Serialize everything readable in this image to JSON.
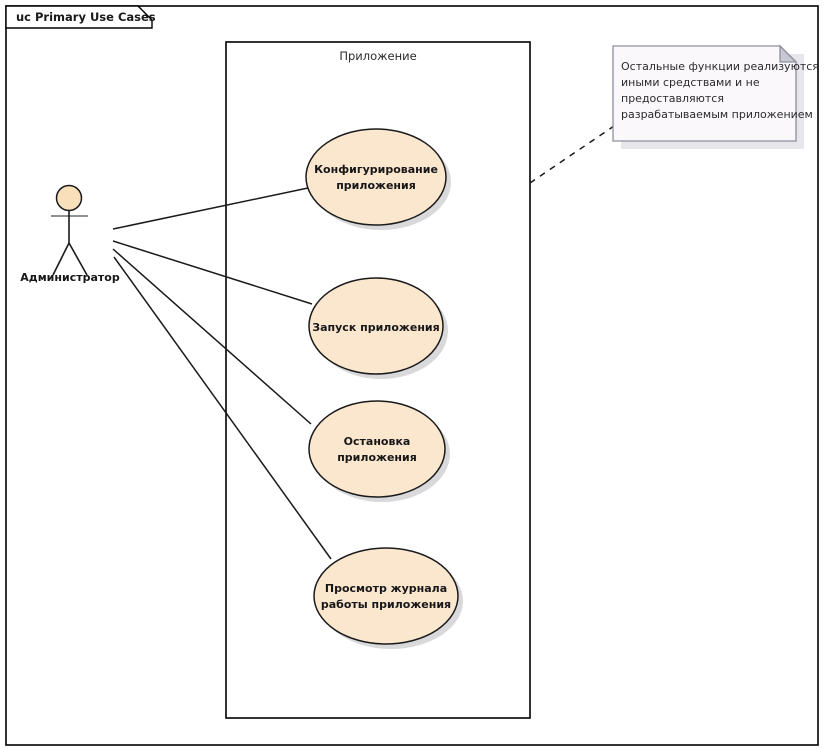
{
  "diagram": {
    "frame_title": "uc Primary Use Cases",
    "kind": "uml-use-case-diagram",
    "colors": {
      "use_case_fill": "#fae7ce",
      "use_case_stroke": "#1a1a1a",
      "actor_head_fill": "#fadfbb",
      "note_fill": "#fbf8fb",
      "note_stroke": "#8e8e9e",
      "note_fold_fill": "#c8c8d2",
      "frame_stroke": "#000000",
      "boundary_stroke": "#000000",
      "line_stroke": "#1a1a1a",
      "shadow": "#b9b9bf",
      "background": "#ffffff"
    }
  },
  "boundary": {
    "label": "Приложение"
  },
  "actors": [
    {
      "id": "administrator",
      "label": "Администратор"
    }
  ],
  "use_cases": [
    {
      "id": "configure",
      "lines": [
        "Конфигурирование",
        "приложения"
      ]
    },
    {
      "id": "start",
      "lines": [
        "Запуск приложения"
      ]
    },
    {
      "id": "stop",
      "lines": [
        "Остановка",
        "приложения"
      ]
    },
    {
      "id": "view-log",
      "lines": [
        "Просмотр журнала",
        "работы приложения"
      ]
    }
  ],
  "note": {
    "lines": [
      "Остальные функции реализуются",
      "иными средствами и не",
      "предоставляются",
      "разрабатываемым приложением"
    ]
  }
}
